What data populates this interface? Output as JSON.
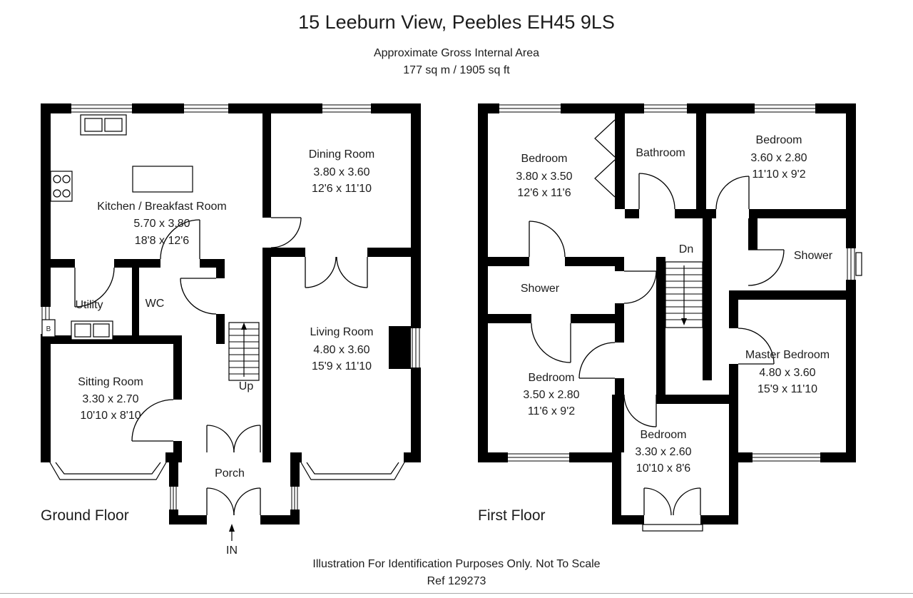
{
  "header": {
    "title": "15 Leeburn View, Peebles EH45 9LS",
    "subtitle": "Approximate Gross Internal Area",
    "area": "177 sq m / 1905 sq ft"
  },
  "ground_floor": {
    "label": "Ground Floor",
    "stairs_label": "Up",
    "entry_label": "IN",
    "boiler_label": "B",
    "rooms": [
      {
        "name": "Kitchen / Breakfast Room",
        "metric": "5.70 x 3.80",
        "imperial": "18'8 x 12'6"
      },
      {
        "name": "Dining Room",
        "metric": "3.80 x 3.60",
        "imperial": "12'6 x 11'10"
      },
      {
        "name": "Utility"
      },
      {
        "name": "WC"
      },
      {
        "name": "Sitting Room",
        "metric": "3.30 x 2.70",
        "imperial": "10'10 x 8'10"
      },
      {
        "name": "Living Room",
        "metric": "4.80 x 3.60",
        "imperial": "15'9 x 11'10"
      },
      {
        "name": "Porch"
      }
    ]
  },
  "first_floor": {
    "label": "First Floor",
    "stairs_label": "Dn",
    "rooms": [
      {
        "name": "Bedroom",
        "metric": "3.80 x 3.50",
        "imperial": "12'6 x 11'6"
      },
      {
        "name": "Bathroom"
      },
      {
        "name": "Bedroom",
        "metric": "3.60 x 2.80",
        "imperial": "11'10 x 9'2"
      },
      {
        "name": "Shower"
      },
      {
        "name": "Shower"
      },
      {
        "name": "Bedroom",
        "metric": "3.50 x 2.80",
        "imperial": "11'6 x 9'2"
      },
      {
        "name": "Master Bedroom",
        "metric": "4.80 x 3.60",
        "imperial": "15'9 x 11'10"
      },
      {
        "name": "Bedroom",
        "metric": "3.30 x 2.60",
        "imperial": "10'10 x 8'6"
      }
    ]
  },
  "footer": {
    "disclaimer": "Illustration For Identification Purposes Only. Not To Scale",
    "ref": "Ref 129273"
  }
}
